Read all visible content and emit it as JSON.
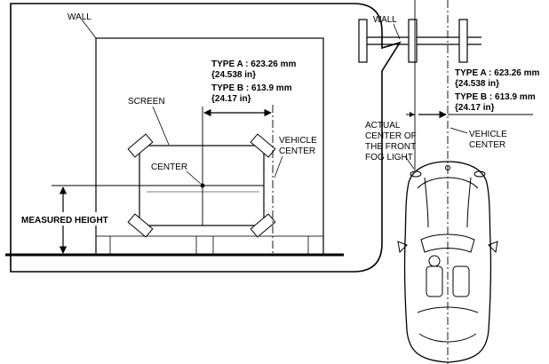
{
  "left_view": {
    "wall_label": "WALL",
    "screen_label": "SCREEN",
    "center_label": "CENTER",
    "vehicle_center_label_1": "VEHICLE",
    "vehicle_center_label_2": "CENTER",
    "measured_height_label": "MEASURED HEIGHT",
    "type_a_label": "TYPE A : 623.26 mm",
    "type_a_inch": "{24.538 in}",
    "type_b_label": "TYPE B : 613.9 mm",
    "type_b_inch": "{24.17 in}"
  },
  "right_view": {
    "wall_label": "WALL",
    "type_a_label": "TYPE A : 623.26 mm",
    "type_a_inch": "{24.538 in}",
    "type_b_label": "TYPE B : 613.9 mm",
    "type_b_inch": "{24.17 in}",
    "fog_light_label_1": "ACTUAL",
    "fog_light_label_2": "CENTER OF",
    "fog_light_label_3": "THE FRONT",
    "fog_light_label_4": "FOG LIGHT",
    "vehicle_center_label_1": "VEHICLE",
    "vehicle_center_label_2": "CENTER"
  }
}
